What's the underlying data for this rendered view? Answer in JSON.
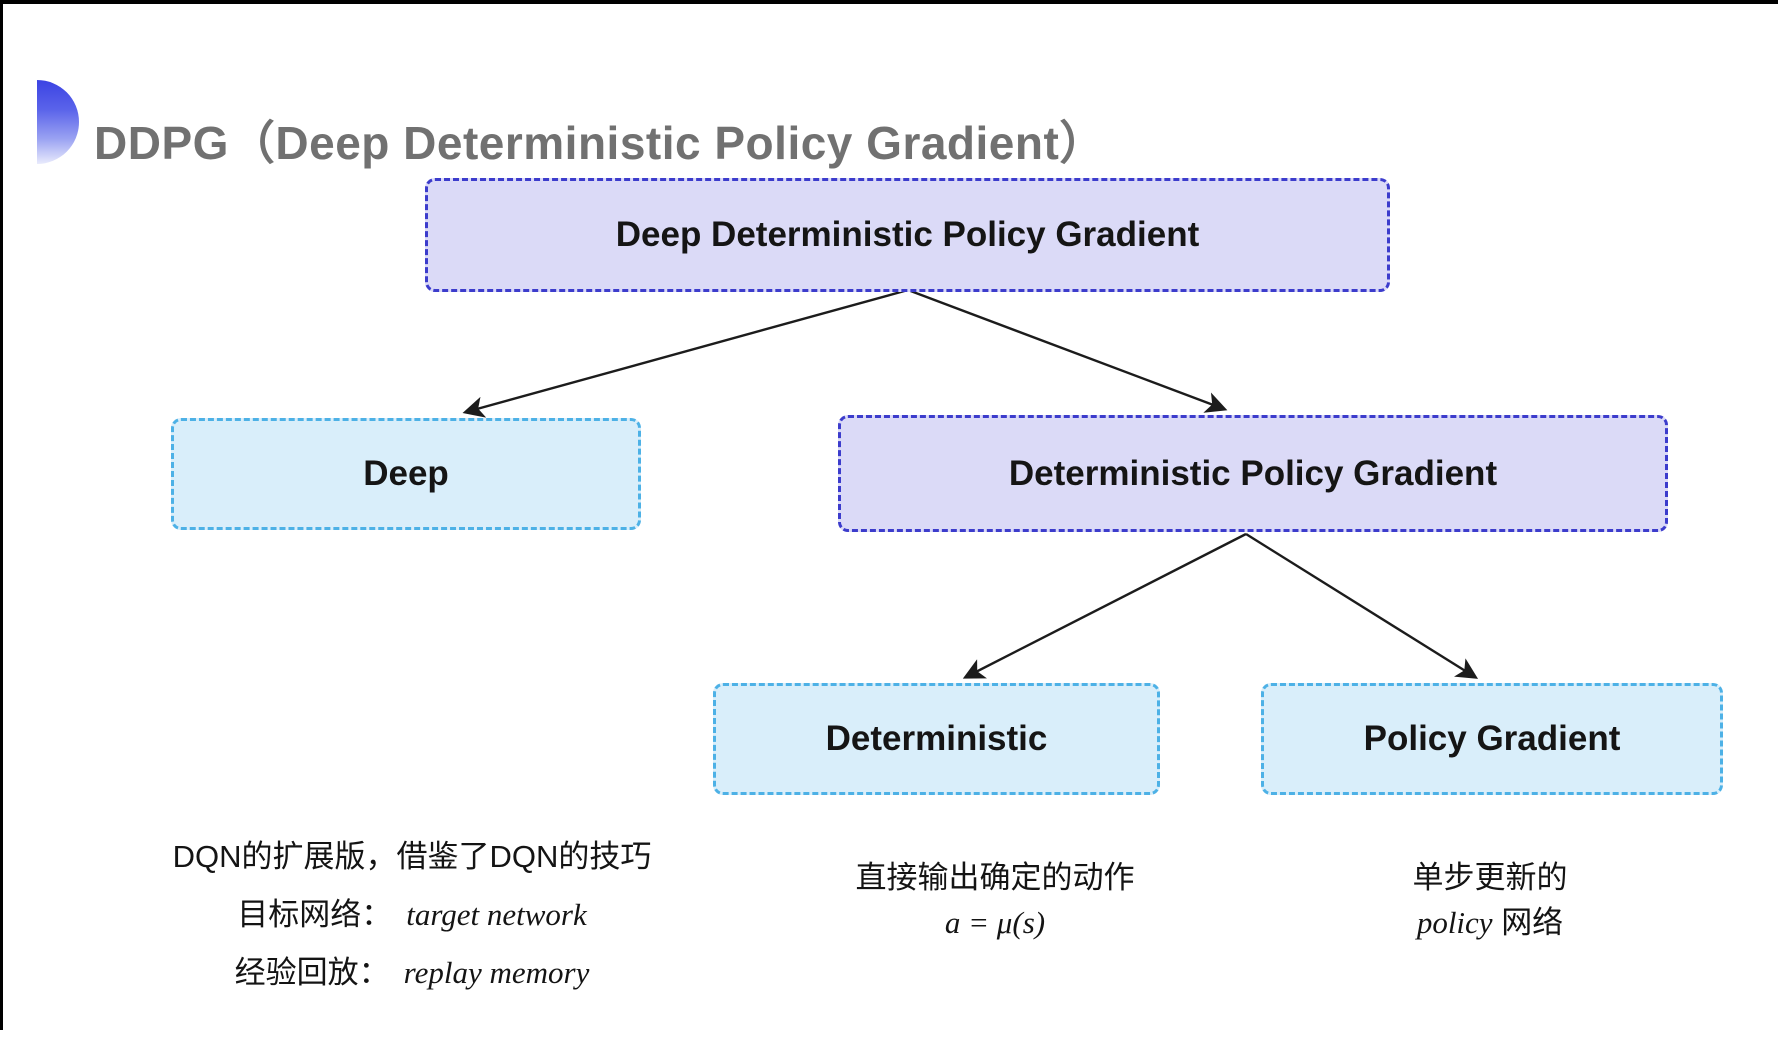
{
  "header": {
    "title": "DDPG（Deep Deterministic Policy Gradient）",
    "bullet_icon": "half-circle-gradient"
  },
  "tree": {
    "nodes": [
      {
        "id": "ddpg",
        "label": "Deep Deterministic Policy Gradient",
        "variant": "purple"
      },
      {
        "id": "deep",
        "label": "Deep",
        "variant": "cyan"
      },
      {
        "id": "dpg",
        "label": "Deterministic Policy Gradient",
        "variant": "purple"
      },
      {
        "id": "deterministic",
        "label": "Deterministic",
        "variant": "cyan"
      },
      {
        "id": "policy-gradient",
        "label": "Policy Gradient",
        "variant": "cyan"
      }
    ],
    "edges": [
      {
        "from": "ddpg",
        "to": "deep"
      },
      {
        "from": "ddpg",
        "to": "dpg"
      },
      {
        "from": "dpg",
        "to": "deterministic"
      },
      {
        "from": "dpg",
        "to": "policy-gradient"
      }
    ]
  },
  "annotations": {
    "deep_note": {
      "line1": "DQN的扩展版，借鉴了DQN的技巧",
      "line2_label": "目标网络：",
      "line2_value": "target network",
      "line3_label": "经验回放：",
      "line3_value": "replay memory"
    },
    "deterministic_note": {
      "line1": "直接输出确定的动作",
      "formula": "a = μ(s)"
    },
    "policy_gradient_note": {
      "line1": "单步更新的",
      "line2_italic": "policy",
      "line2_rest": "网络"
    }
  },
  "colors": {
    "title_gray": "#717171",
    "purple_fill": "#dbdaf7",
    "purple_border": "#3c3ccc",
    "cyan_fill": "#d9eefa",
    "cyan_border": "#4db1e6",
    "arrow": "#1c1c1c",
    "bullet_blue": "#3b43e3"
  }
}
